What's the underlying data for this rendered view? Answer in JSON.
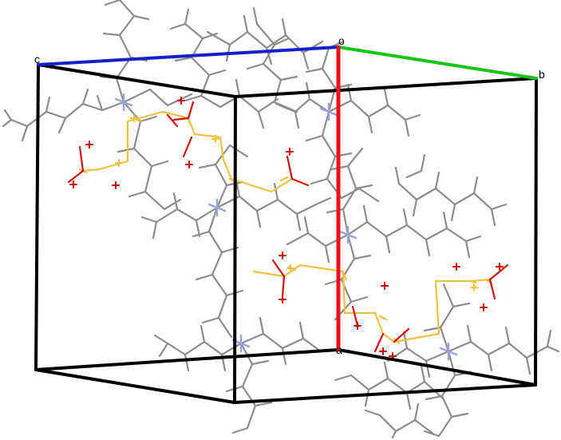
{
  "axis_labels": {
    "origin": "o",
    "a": "a",
    "b": "b",
    "c": "c"
  },
  "colors": {
    "background": "#ffffff",
    "cell_edge": "#000000",
    "axis_a": "#e8141a",
    "axis_b": "#19c419",
    "axis_c": "#1420c8",
    "carbon_bond": "#8c8c8c",
    "nitrogen": "#9aa0e0",
    "sulfur_bond": "#f0c040",
    "oxygen_bond": "#d01010",
    "isolated_atom_mark": "#cc0000"
  }
}
